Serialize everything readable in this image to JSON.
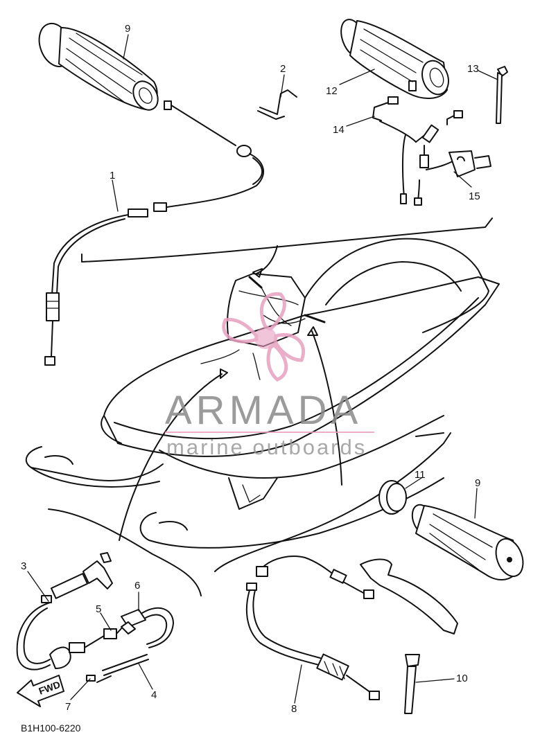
{
  "diagram_code": "B1H100-6220",
  "watermark": {
    "title": "ARMADA",
    "subtitle": "marine outboards",
    "pink": "#e8a0c0",
    "gray": "#8a8a8a"
  },
  "callouts": {
    "c1": "1",
    "c2": "2",
    "c3": "3",
    "c4": "4",
    "c5": "5",
    "c6": "6",
    "c7": "7",
    "c8": "8",
    "c9_top": "9",
    "c9_right": "9",
    "c10": "10",
    "c11": "11",
    "c12": "12",
    "c13": "13",
    "c14": "14",
    "c15": "15"
  },
  "fwd_arrow_text": "FWD"
}
